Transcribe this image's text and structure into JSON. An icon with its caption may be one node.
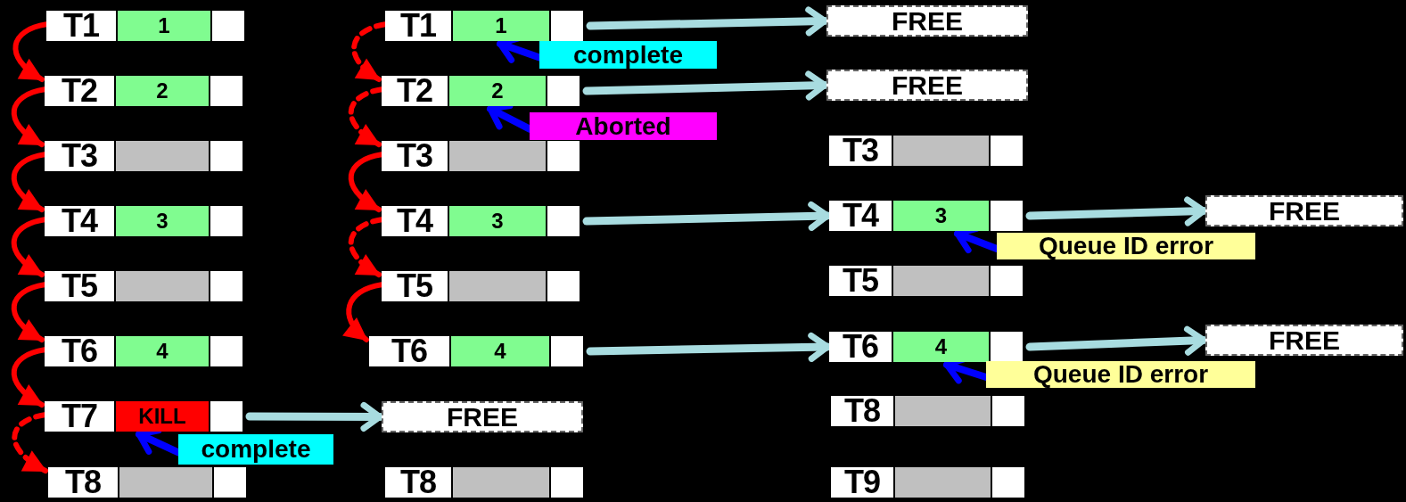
{
  "diagram": {
    "nodes": [
      {
        "text": [
          "T1",
          "1"
        ]
      },
      {
        "text": [
          "T2",
          "2"
        ]
      },
      {
        "text": [
          "T3"
        ]
      },
      {
        "text": [
          "T4",
          "3"
        ]
      },
      {
        "text": [
          "T5"
        ]
      },
      {
        "text": [
          "T6",
          "4"
        ]
      },
      {
        "text": [
          "T7",
          "KILL"
        ]
      },
      {
        "text": [
          "T8"
        ]
      },
      {
        "text": [
          "T1",
          "1"
        ]
      },
      {
        "text": [
          "T2",
          "2"
        ]
      },
      {
        "text": [
          "T3"
        ]
      },
      {
        "text": [
          "T4",
          "3"
        ]
      },
      {
        "text": [
          "T5"
        ]
      },
      {
        "text": [
          "T6",
          "4"
        ]
      },
      {
        "text": [
          "FREE"
        ]
      },
      {
        "text": [
          "T8"
        ]
      },
      {
        "text": [
          "FREE"
        ]
      },
      {
        "text": [
          "FREE"
        ]
      },
      {
        "text": [
          "T3"
        ]
      },
      {
        "text": [
          "T4",
          "3"
        ]
      },
      {
        "text": [
          "T5"
        ]
      },
      {
        "text": [
          "T6",
          "4"
        ]
      },
      {
        "text": [
          "T8"
        ]
      },
      {
        "text": [
          "T9"
        ]
      },
      {
        "text": [
          "FREE"
        ]
      },
      {
        "text": [
          "FREE"
        ]
      },
      {
        "text": [
          "complete"
        ]
      },
      {
        "text": [
          "complete"
        ]
      },
      {
        "text": [
          "Aborted"
        ]
      },
      {
        "text": [
          "Queue ID error"
        ]
      },
      {
        "text": [
          "Queue ID error"
        ]
      }
    ],
    "edges": [
      {
        "from": 0,
        "to": 1,
        "arrow": "to"
      },
      {
        "from": 1,
        "to": 2,
        "arrow": "to"
      },
      {
        "from": 2,
        "to": 3,
        "arrow": "to"
      },
      {
        "from": 3,
        "to": 4,
        "arrow": "to"
      },
      {
        "from": 4,
        "to": 5,
        "arrow": "to"
      },
      {
        "from": 5,
        "to": 6,
        "arrow": "to"
      },
      {
        "from": 6,
        "to": 7,
        "arrow": "to",
        "style": "dashed"
      },
      {
        "from": 8,
        "to": 9,
        "arrow": "to",
        "style": "dashed"
      },
      {
        "from": 9,
        "to": 10,
        "arrow": "to",
        "style": "dashed"
      },
      {
        "from": 10,
        "to": 11,
        "arrow": "to"
      },
      {
        "from": 11,
        "to": 12,
        "arrow": "to",
        "style": "dashed"
      },
      {
        "from": 12,
        "to": 13,
        "arrow": "to"
      },
      {
        "from": 6,
        "to": 14,
        "arrow": "to",
        "color": "#a8dce0"
      },
      {
        "from": 8,
        "to": 16,
        "arrow": "to",
        "color": "#a8dce0"
      },
      {
        "from": 9,
        "to": 17,
        "arrow": "to",
        "color": "#a8dce0"
      },
      {
        "from": 11,
        "to": 19,
        "arrow": "to",
        "color": "#a8dce0"
      },
      {
        "from": 13,
        "to": 21,
        "arrow": "to",
        "color": "#a8dce0"
      },
      {
        "from": 19,
        "to": 24,
        "arrow": "to",
        "color": "#a8dce0"
      },
      {
        "from": 21,
        "to": 25,
        "arrow": "to",
        "color": "#a8dce0"
      },
      {
        "from": 26,
        "to": 6,
        "arrow": "to",
        "color": "#0000ff"
      },
      {
        "from": 27,
        "to": 8,
        "arrow": "to",
        "color": "#0000ff"
      },
      {
        "from": 28,
        "to": 9,
        "arrow": "to",
        "color": "#0000ff"
      },
      {
        "from": 29,
        "to": 19,
        "arrow": "to",
        "color": "#0000ff"
      },
      {
        "from": 30,
        "to": 21,
        "arrow": "to",
        "color": "#0000ff"
      }
    ]
  }
}
